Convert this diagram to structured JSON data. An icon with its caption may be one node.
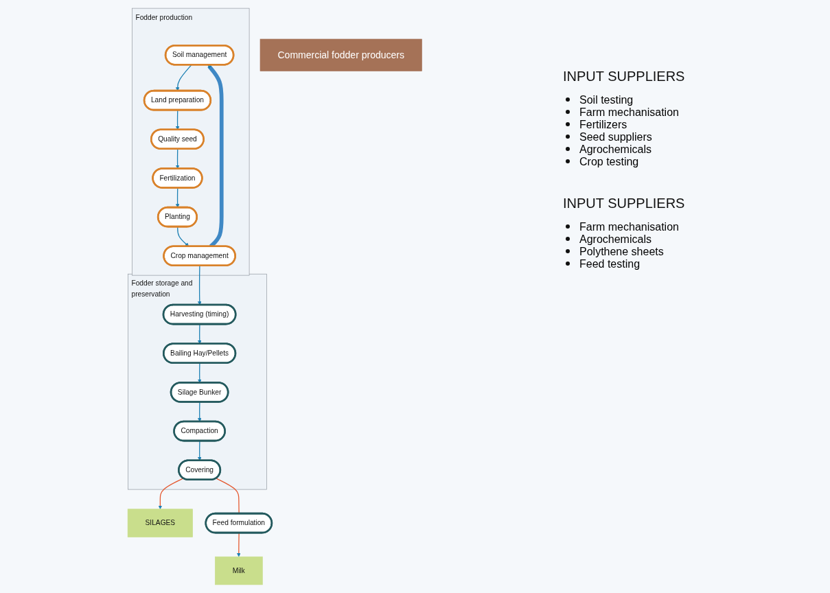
{
  "diagram": {
    "nodes": [
      {
        "text": [
          "Fodder production"
        ]
      },
      {
        "text": [
          "Soil management"
        ],
        "in": 0
      },
      {
        "text": [
          "Land preparation"
        ],
        "in": 0
      },
      {
        "text": [
          "Quality seed"
        ],
        "in": 0
      },
      {
        "text": [
          "Fertilization"
        ],
        "in": 0
      },
      {
        "text": [
          "Planting"
        ],
        "in": 0
      },
      {
        "text": [
          "Crop management"
        ],
        "in": 0
      },
      {
        "text": [
          "Fodder storage and preservation"
        ]
      },
      {
        "text": [
          "Harvesting (timing)"
        ],
        "in": 7
      },
      {
        "text": [
          "Bailing Hay/Pellets"
        ],
        "in": 7
      },
      {
        "text": [
          "Silage Bunker"
        ],
        "in": 7
      },
      {
        "text": [
          "Compaction"
        ],
        "in": 7
      },
      {
        "text": [
          "Covering"
        ],
        "in": 7
      },
      {
        "text": [
          "SILAGES"
        ]
      },
      {
        "text": [
          "Feed formulation"
        ]
      },
      {
        "text": [
          "Milk"
        ]
      },
      {
        "text": [
          "Commercial fodder producers"
        ]
      }
    ],
    "edges": [
      {
        "from": 1,
        "to": 2,
        "arrow": "to"
      },
      {
        "from": 2,
        "to": 3,
        "arrow": "to"
      },
      {
        "from": 3,
        "to": 4,
        "arrow": "to"
      },
      {
        "from": 4,
        "to": 5,
        "arrow": "to"
      },
      {
        "from": 5,
        "to": 6,
        "arrow": "to"
      },
      {
        "from": 6,
        "to": 1,
        "arrow": "to",
        "style": "thick",
        "color": "#3f88c5"
      },
      {
        "from": 6,
        "to": 8,
        "arrow": "to"
      },
      {
        "from": 8,
        "to": 9,
        "arrow": "to"
      },
      {
        "from": 9,
        "to": 10,
        "arrow": "to"
      },
      {
        "from": 10,
        "to": 11,
        "arrow": "to"
      },
      {
        "from": 11,
        "to": 12,
        "arrow": "to"
      },
      {
        "from": 12,
        "to": 13,
        "arrow": "to",
        "color": "#e4572e"
      },
      {
        "from": 12,
        "to": 14,
        "arrow": "none",
        "color": "#e4572e"
      },
      {
        "from": 14,
        "to": 15,
        "arrow": "to",
        "color": "#e4572e"
      }
    ],
    "labels": [
      "INPUT SUPPLIERS",
      "Soil testing",
      "Farm mechanisation",
      "Fertilizers",
      "Seed suppliers",
      "Agrochemicals",
      "Crop testing",
      "INPUT SUPPLIERS",
      "Farm mechanisation",
      "Agrochemicals",
      "Polythene sheets",
      "Feed testing"
    ]
  }
}
